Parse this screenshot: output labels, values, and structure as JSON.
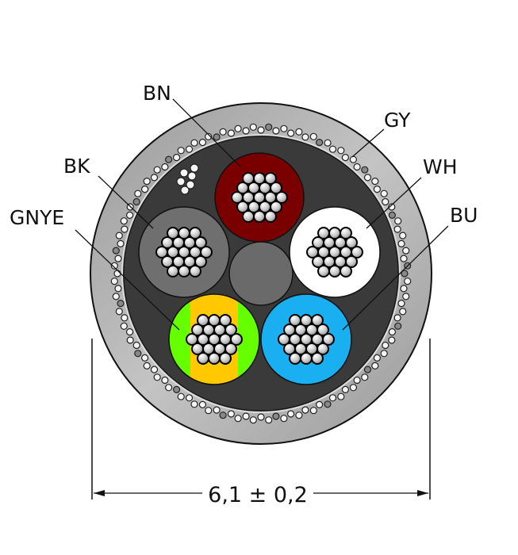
{
  "diagram": {
    "type": "cable-cross-section",
    "labels": {
      "BN": "BN",
      "GY": "GY",
      "BK": "BK",
      "WH": "WH",
      "GNYE": "GNYE",
      "BU": "BU"
    },
    "dimension": {
      "text": "6,1 ± 0,2",
      "value": 6.1,
      "tolerance": 0.2
    },
    "colors": {
      "jacket": "#b0b0b0",
      "inner_fill": "#3a3a3a",
      "filler": "#6a6a6a",
      "BN": "#7a0000",
      "BK": "#6f6f6f",
      "WH": "#ffffff",
      "BU": "#1aaff0",
      "GN": "#66ff00",
      "YE": "#ffc800"
    }
  }
}
